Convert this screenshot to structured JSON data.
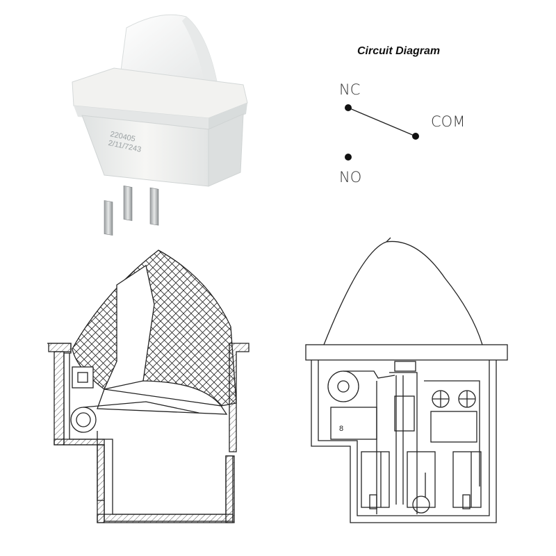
{
  "circuit": {
    "title": "Circuit Diagram",
    "nc": "NC",
    "com": "COM",
    "no": "NO"
  },
  "product": {
    "marking_line1": "220405",
    "marking_line2": "2/11/7243"
  },
  "section_view": {
    "label": "8"
  },
  "colors": {
    "ink": "#222222",
    "switch_body": "#f4f4f2",
    "switch_shadow": "#cfd2d2"
  }
}
